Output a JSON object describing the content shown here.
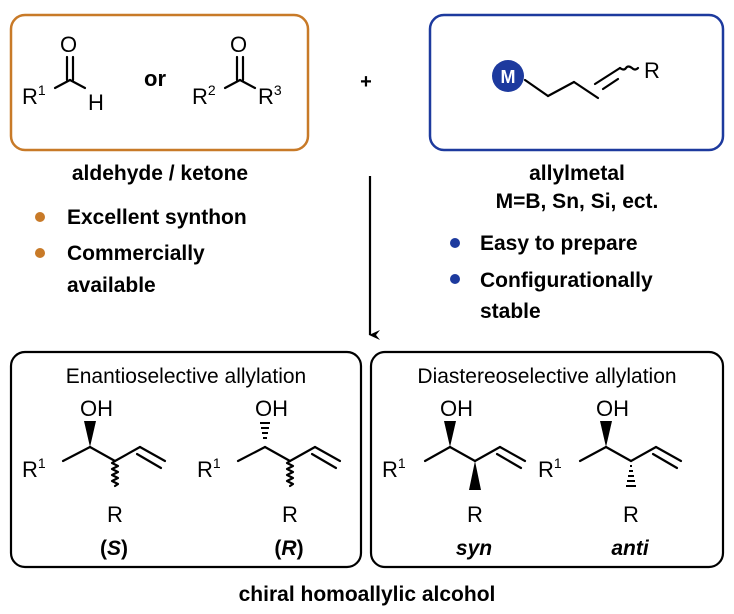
{
  "reactants": {
    "carbonyl": {
      "aldehyde": {
        "o": "O",
        "r": "R",
        "r_sup": "1",
        "h": "H"
      },
      "connector": "or",
      "ketone": {
        "o": "O",
        "r2": "R",
        "r2_sup": "2",
        "r3": "R",
        "r3_sup": "3"
      },
      "caption": "aldehyde / ketone",
      "bullets": [
        "Excellent synthon",
        "Commercially",
        "available"
      ],
      "color": "#c87a28"
    },
    "plus": "+",
    "allylmetal": {
      "metal": "M",
      "r": "R",
      "caption_line1": "allylmetal",
      "caption_line2": "M=B, Sn, Si, ect.",
      "bullets": [
        "Easy to prepare",
        "Configurationally",
        "stable"
      ],
      "color": "#1d3a9e"
    }
  },
  "products": {
    "enantio": {
      "title": "Enantioselective allylation",
      "s": {
        "oh": "OH",
        "r1": "R",
        "r1_sup": "1",
        "r": "R",
        "label_open": "(",
        "label_letter": "S",
        "label_close": ")"
      },
      "r": {
        "oh": "OH",
        "r1": "R",
        "r1_sup": "1",
        "r": "R",
        "label_open": "(",
        "label_letter": "R",
        "label_close": ")"
      }
    },
    "diastereo": {
      "title": "Diastereoselective allylation",
      "syn": {
        "oh": "OH",
        "r1": "R",
        "r1_sup": "1",
        "r": "R",
        "label": "syn"
      },
      "anti": {
        "oh": "OH",
        "r1": "R",
        "r1_sup": "1",
        "r": "R",
        "label": "anti"
      }
    }
  },
  "footer": "chiral homoallylic alcohol"
}
